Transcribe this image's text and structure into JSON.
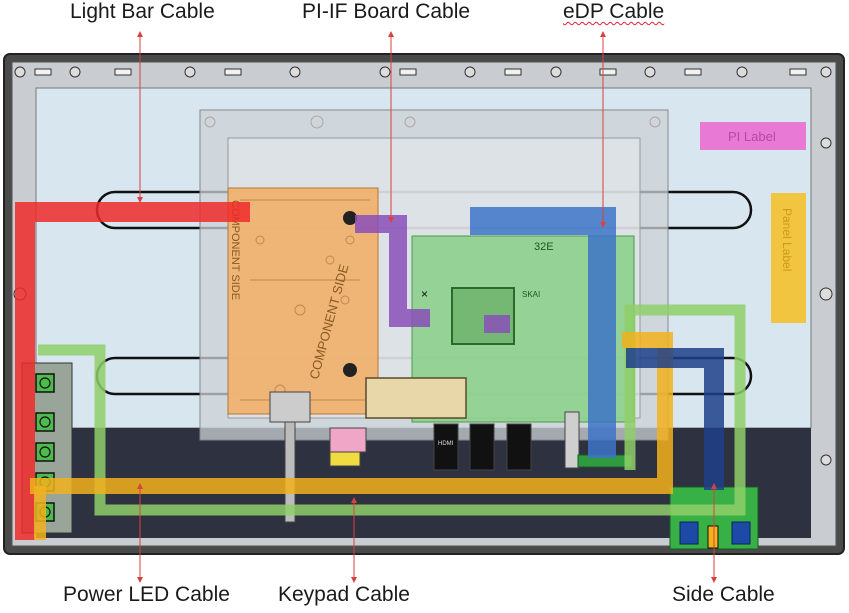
{
  "labels": {
    "light_bar_cable": "Light Bar Cable",
    "pi_if_board_cable": "PI-IF Board Cable",
    "edp_cable": "eDP Cable",
    "power_led_cable": "Power LED Cable",
    "keypad_cable": "Keypad Cable",
    "side_cable": "Side Cable"
  },
  "cable_colors": {
    "light_bar": "#ee2a2a",
    "pi_if": "#8a4fb8",
    "edp": "#3d74c8",
    "power_led": "#f2b21c",
    "keypad": "#f2b21c",
    "side": "#1f3f8a",
    "green_loop": "#8fcf6a"
  },
  "board_text": {
    "component_side_a": "COMPONENT SIDE",
    "component_side_b": "COMPONENT SIDE",
    "pi_label": "PI Label",
    "panel_label": "Panel Label",
    "chip_id": "32E",
    "skai": "SKAI",
    "hdmi": "HDMI"
  }
}
